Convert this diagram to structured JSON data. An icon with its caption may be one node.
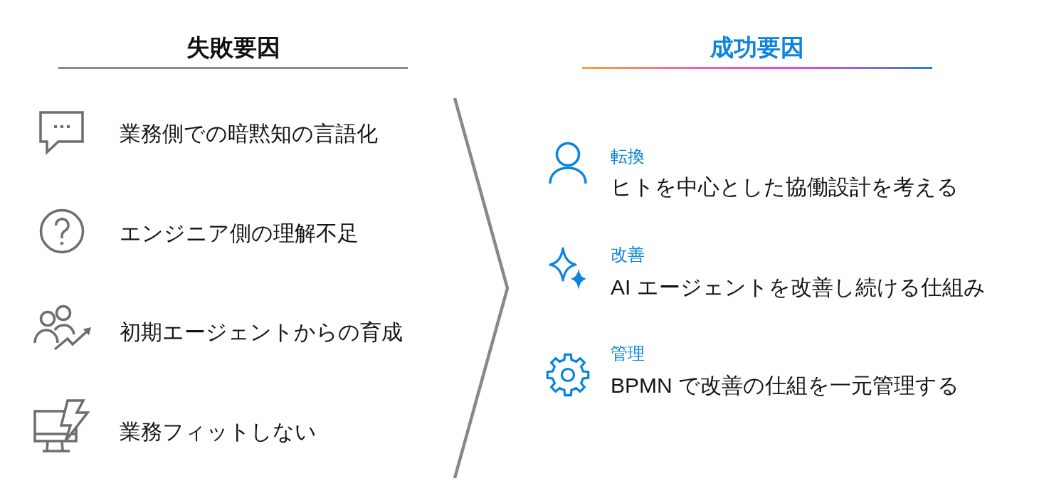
{
  "diagram": {
    "labels": [
      "失敗要因",
      "業務側での暗黙知の言語化",
      "エンジニア側の理解不足",
      "初期エージェントからの育成",
      "業務フィットしない",
      "成功要因",
      "転換",
      "ヒトを中心とした協働設計を考える",
      "改善",
      "AI エージェントを改善し続ける仕組み",
      "管理",
      "BPMN で改善の仕組を一元管理する"
    ]
  }
}
